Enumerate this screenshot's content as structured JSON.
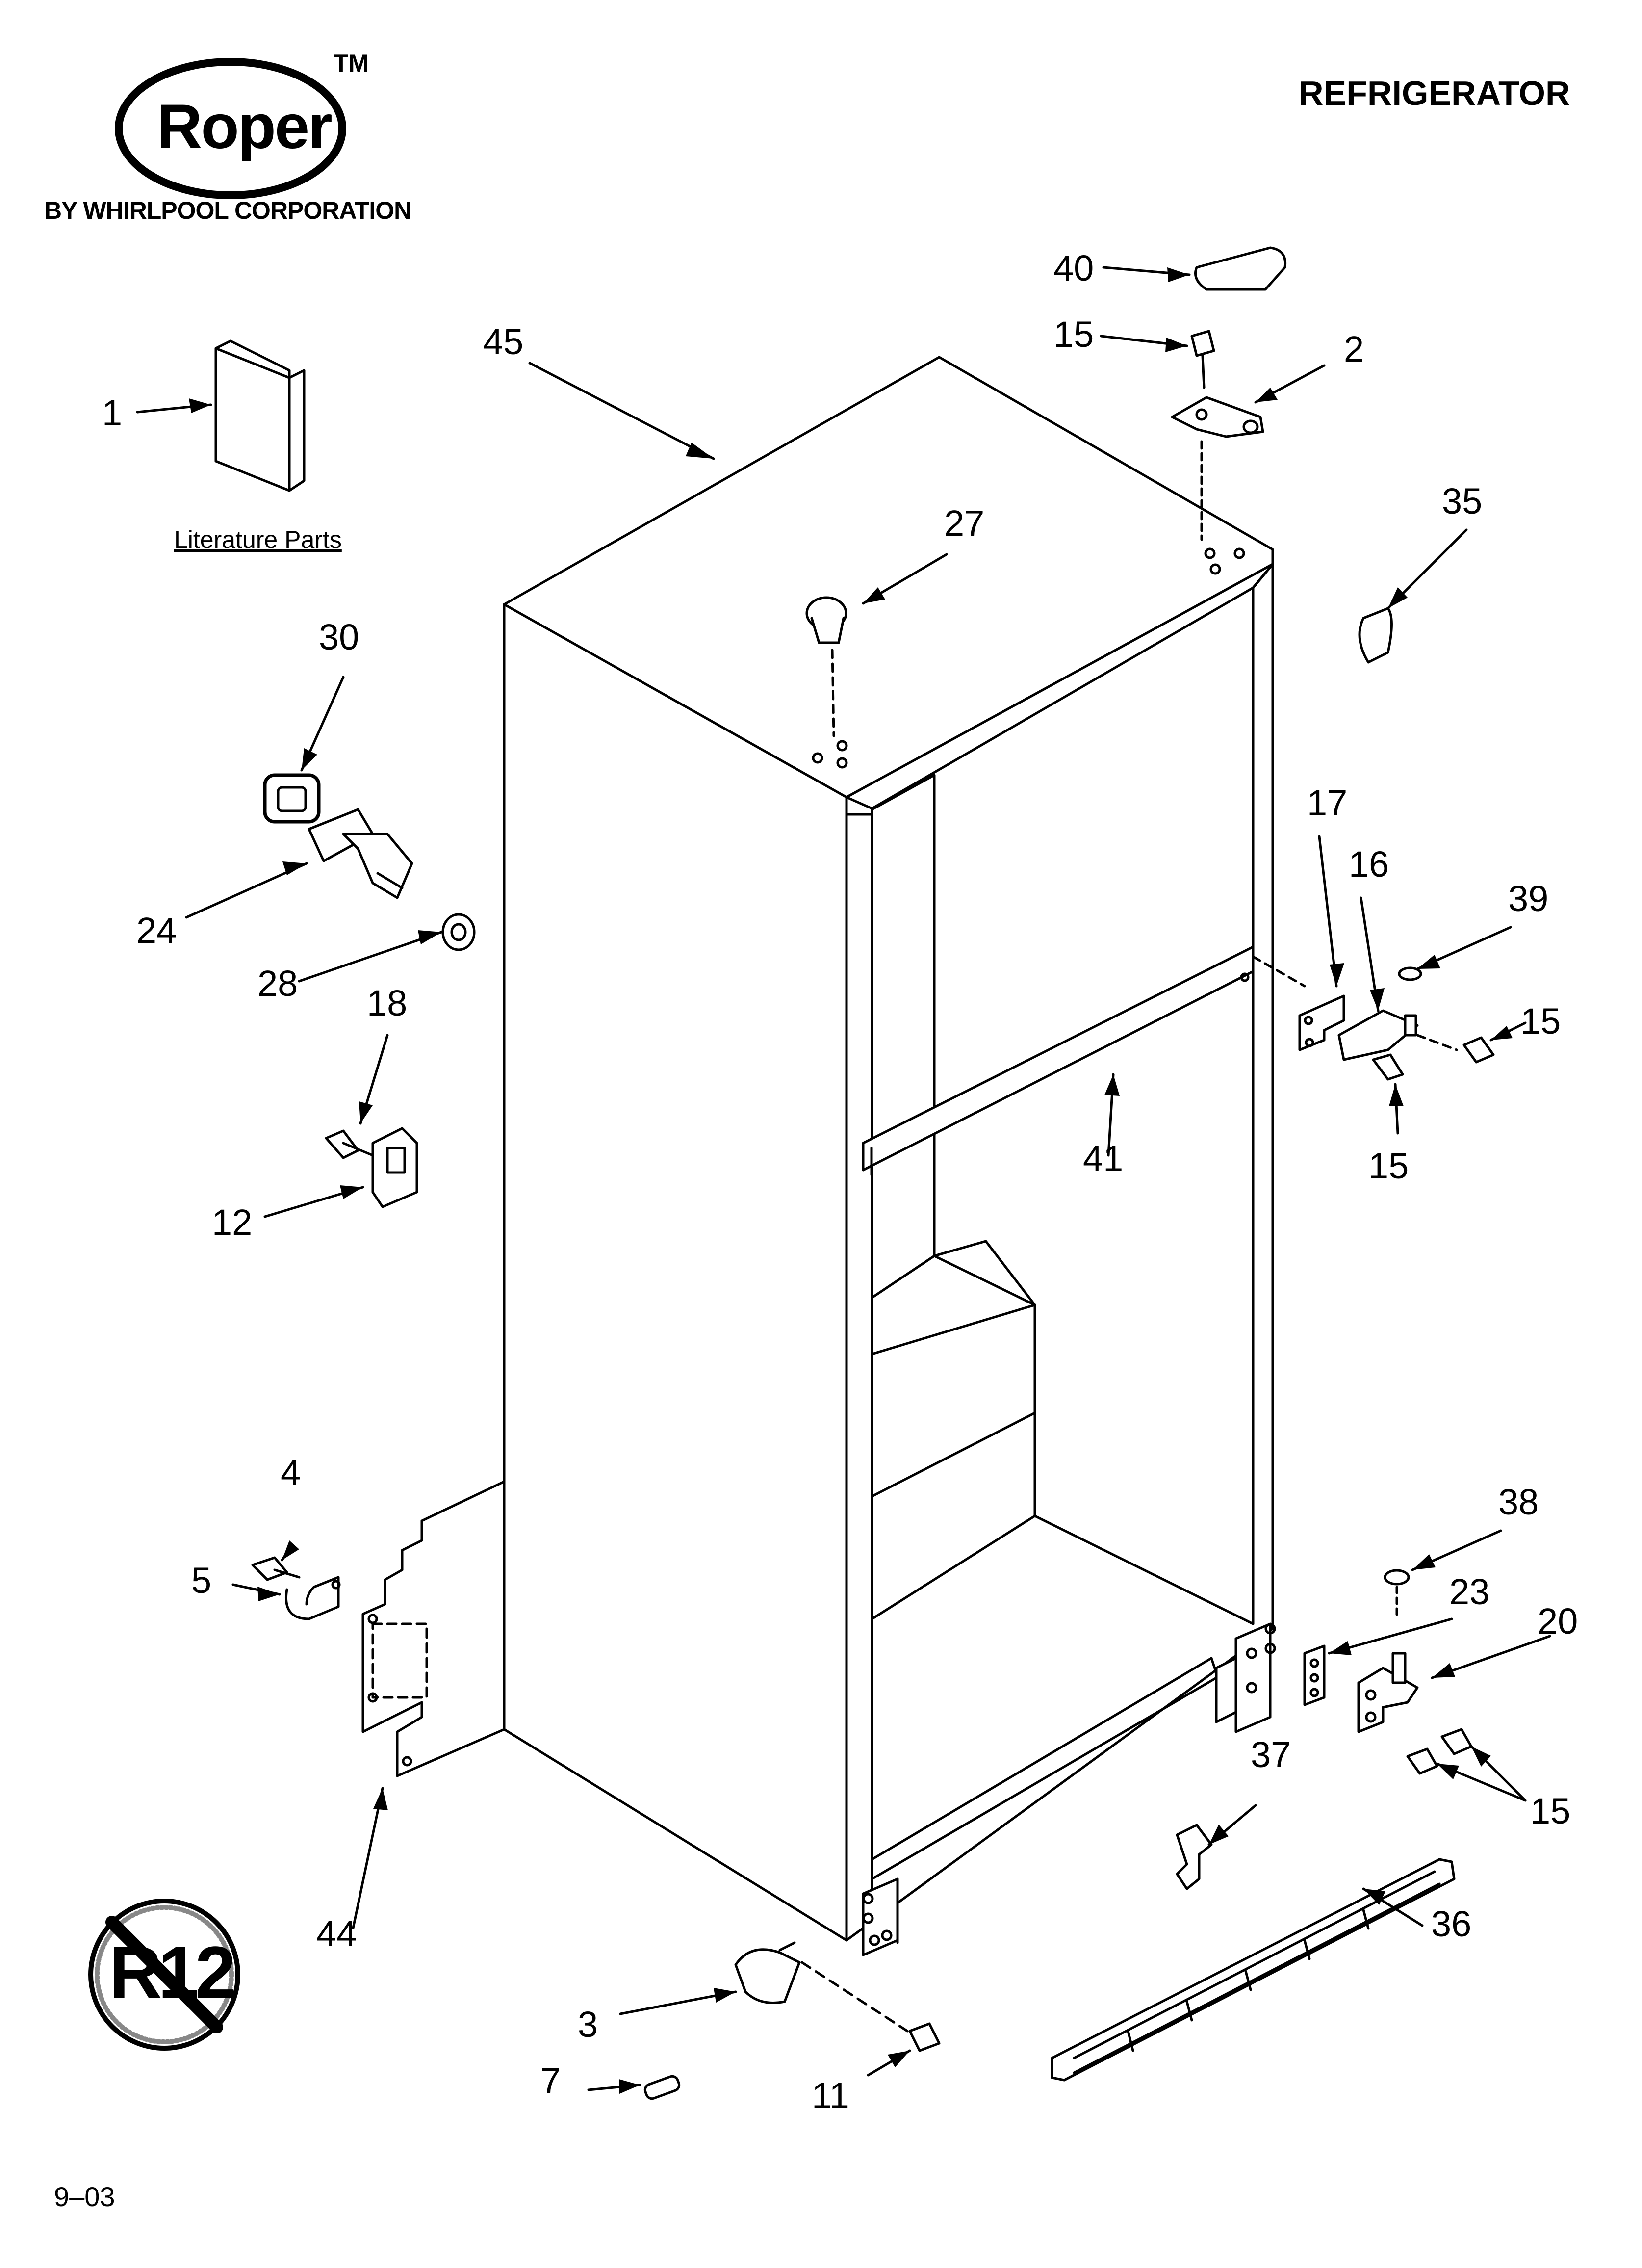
{
  "header": {
    "brand": "Roper",
    "trademark": "TM",
    "byline": "BY WHIRLPOOL CORPORATION",
    "title": "REFRIGERATOR"
  },
  "literature_caption": "Literature Parts",
  "no_cfc_badge": "R12",
  "footer_date": "9–03",
  "callouts": {
    "c1": "1",
    "c2": "2",
    "c3": "3",
    "c4": "4",
    "c5": "5",
    "c7": "7",
    "c11": "11",
    "c12": "12",
    "c15a": "15",
    "c15b": "15",
    "c15c": "15",
    "c15d": "15",
    "c16": "16",
    "c17": "17",
    "c18": "18",
    "c20": "20",
    "c23": "23",
    "c24": "24",
    "c27": "27",
    "c28": "28",
    "c30": "30",
    "c35": "35",
    "c36": "36",
    "c37": "37",
    "c38": "38",
    "c39": "39",
    "c40": "40",
    "c41": "41",
    "c44": "44",
    "c45": "45"
  }
}
